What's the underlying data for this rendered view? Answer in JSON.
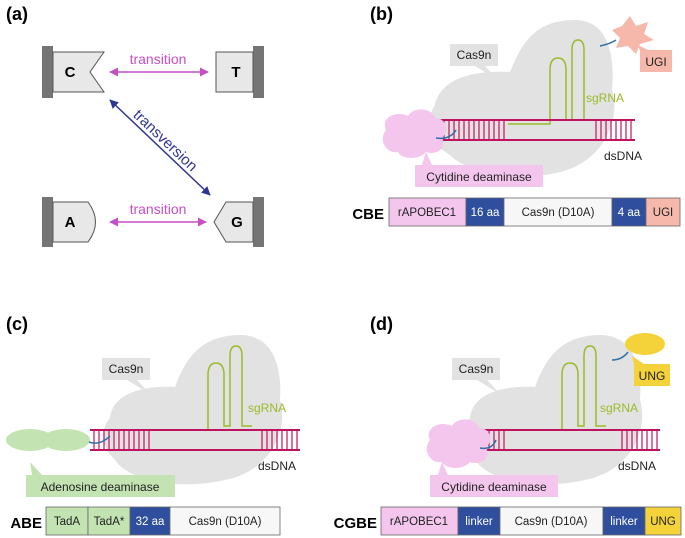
{
  "panels": {
    "a": {
      "label": "(a)",
      "bases": {
        "c": "C",
        "t": "T",
        "a": "A",
        "g": "G"
      },
      "transition_top": "transition",
      "transition_bottom": "transition",
      "transversion": "transversion"
    },
    "b": {
      "label": "(b)",
      "cas9n": "Cas9n",
      "sgrna": "sgRNA",
      "dsdna": "dsDNA",
      "deaminase": "Cytidine deaminase",
      "extra": "UGI",
      "construct_name": "CBE",
      "construct": [
        "rAPOBEC1",
        "16 aa",
        "Cas9n (D10A)",
        "4 aa",
        "UGI"
      ]
    },
    "c": {
      "label": "(c)",
      "cas9n": "Cas9n",
      "sgrna": "sgRNA",
      "dsdna": "dsDNA",
      "deaminase": "Adenosine deaminase",
      "construct_name": "ABE",
      "construct": [
        "TadA",
        "TadA*",
        "32 aa",
        "Cas9n (D10A)"
      ]
    },
    "d": {
      "label": "(d)",
      "cas9n": "Cas9n",
      "sgrna": "sgRNA",
      "dsdna": "dsDNA",
      "deaminase": "Cytidine deaminase",
      "extra": "UNG",
      "construct_name": "CGBE",
      "construct": [
        "rAPOBEC1",
        "linker",
        "Cas9n (D10A)",
        "linker",
        "UNG"
      ]
    }
  },
  "colors": {
    "transition": "#c64fc6",
    "transversion": "#2e3592",
    "dna": "#c0135f",
    "sgrna": "#9abb2a",
    "cas9_body": "#e2e2e2",
    "cytidine_deaminase": "#f4c6ee",
    "adenosine_deaminase": "#c3e3b3",
    "ugi": "#f7b8ac",
    "ung": "#f4d23a",
    "linker": "#2f4f9e"
  }
}
